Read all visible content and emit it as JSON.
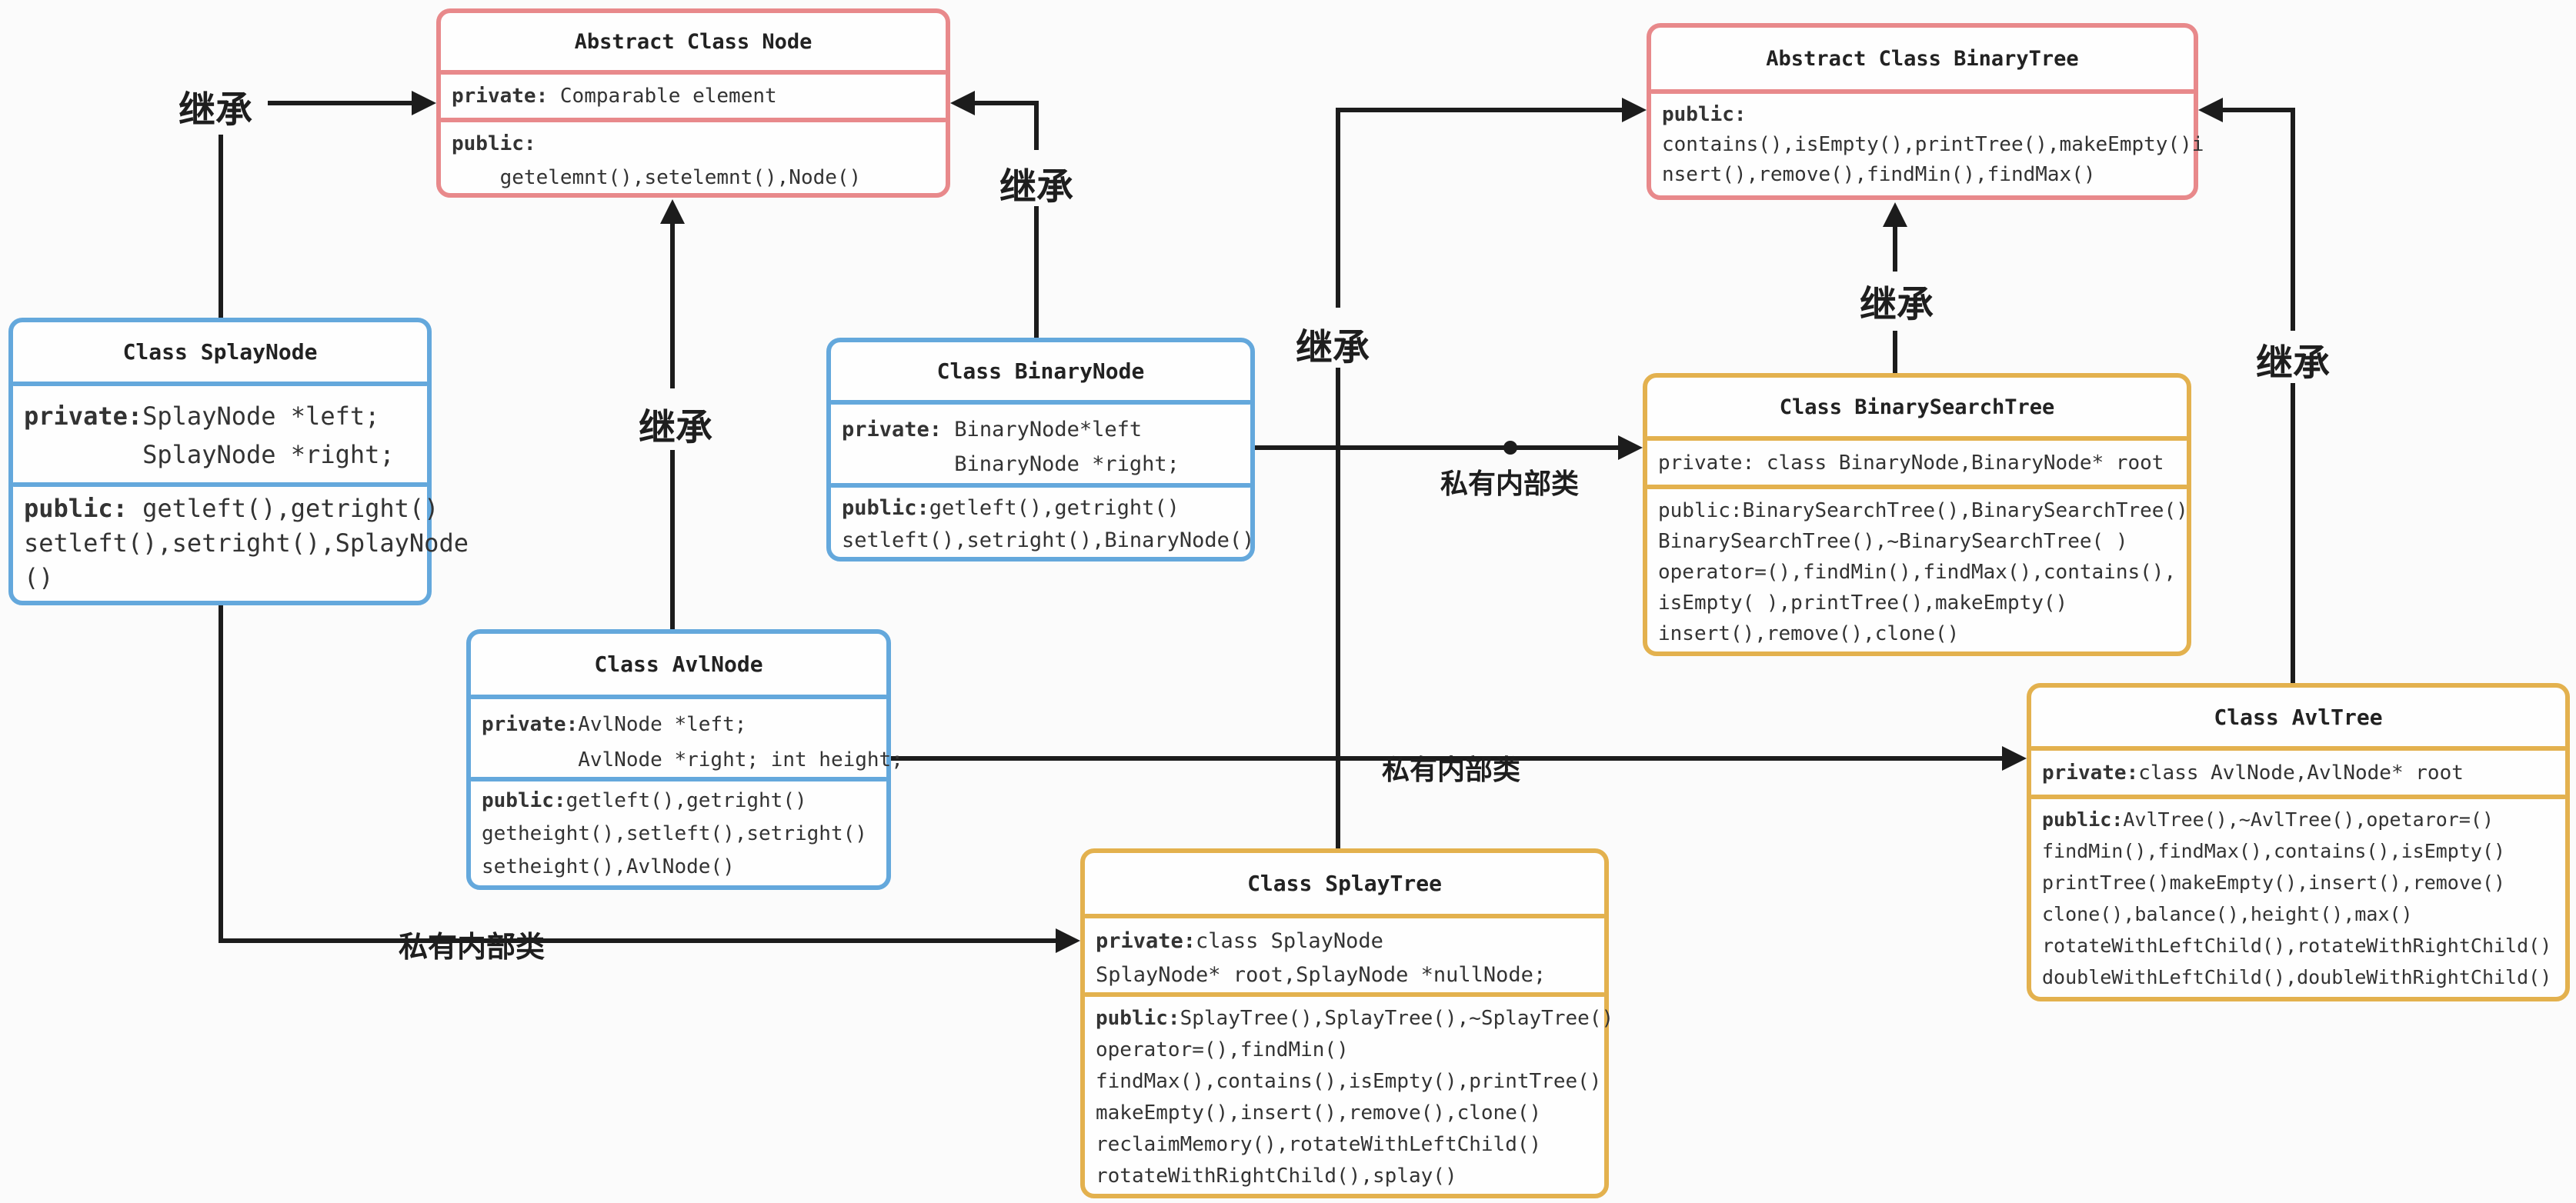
{
  "colors": {
    "node_border_red": "#e8898b",
    "node_border_blue": "#64a8dc",
    "tree_border_orange": "#e3b14e",
    "connector_black": "#1c1c1c"
  },
  "boxes": {
    "node": {
      "title": "Abstract Class Node",
      "private": [
        {
          "kw": "private:",
          "text": " Comparable element"
        }
      ],
      "public": [
        {
          "kw": "public:",
          "text": ""
        },
        {
          "kw": "",
          "text": "    getelemnt(),setelemnt(),Node()"
        }
      ]
    },
    "binarytree": {
      "title": "Abstract Class BinaryTree",
      "public": [
        {
          "kw": "public:",
          "text": ""
        },
        {
          "kw": "",
          "text": "contains(),isEmpty(),printTree(),makeEmpty()i"
        },
        {
          "kw": "",
          "text": "nsert(),remove(),findMin(),findMax()"
        }
      ]
    },
    "splaynode": {
      "title": "Class SplayNode",
      "private": [
        {
          "kw": "private:",
          "text": "SplayNode *left;"
        },
        {
          "kw": "",
          "text": "        SplayNode *right;"
        }
      ],
      "public": [
        {
          "kw": "public:",
          "text": " getleft(),getright()"
        },
        {
          "kw": "",
          "text": "setleft(),setright(),SplayNode"
        },
        {
          "kw": "",
          "text": "()"
        }
      ]
    },
    "binarynode": {
      "title": "Class BinaryNode",
      "private": [
        {
          "kw": "private:",
          "text": " BinaryNode*left"
        },
        {
          "kw": "",
          "text": "         BinaryNode *right;"
        }
      ],
      "public": [
        {
          "kw": "public:",
          "text": "getleft(),getright()"
        },
        {
          "kw": "",
          "text": "setleft(),setright(),BinaryNode()"
        }
      ]
    },
    "avlnode": {
      "title": "Class AvlNode",
      "private": [
        {
          "kw": "private:",
          "text": "AvlNode *left;"
        },
        {
          "kw": "",
          "text": "        AvlNode *right; int height;"
        }
      ],
      "public": [
        {
          "kw": "public:",
          "text": "getleft(),getright()"
        },
        {
          "kw": "",
          "text": "getheight(),setleft(),setright()"
        },
        {
          "kw": "",
          "text": "setheight(),AvlNode()"
        }
      ]
    },
    "bst": {
      "title": "Class BinarySearchTree",
      "private": [
        {
          "kw": "",
          "text": "private: class BinaryNode,BinaryNode* root"
        }
      ],
      "public": [
        {
          "kw": "",
          "text": "public:BinarySearchTree(),BinarySearchTree()"
        },
        {
          "kw": "",
          "text": "BinarySearchTree(),~BinarySearchTree( )"
        },
        {
          "kw": "",
          "text": "operator=(),findMin(),findMax(),contains(),"
        },
        {
          "kw": "",
          "text": "isEmpty( ),printTree(),makeEmpty()"
        },
        {
          "kw": "",
          "text": "insert(),remove(),clone()"
        }
      ]
    },
    "avltree": {
      "title": "Class AvlTree",
      "private": [
        {
          "kw": "private:",
          "text": "class AvlNode,AvlNode* root"
        }
      ],
      "public": [
        {
          "kw": "public:",
          "text": "AvlTree(),~AvlTree(),opetaror=()"
        },
        {
          "kw": "",
          "text": "findMin(),findMax(),contains(),isEmpty()"
        },
        {
          "kw": "",
          "text": "printTree()makeEmpty(),insert(),remove()"
        },
        {
          "kw": "",
          "text": "clone(),balance(),height(),max()"
        },
        {
          "kw": "",
          "text": "rotateWithLeftChild(),rotateWithRightChild()"
        },
        {
          "kw": "",
          "text": "doubleWithLeftChild(),doubleWithRightChild()"
        }
      ]
    },
    "splaytree": {
      "title": "Class SplayTree",
      "private": [
        {
          "kw": "private:",
          "text": "class SplayNode"
        },
        {
          "kw": "",
          "text": "SplayNode* root,SplayNode *nullNode;"
        }
      ],
      "public": [
        {
          "kw": "public:",
          "text": "SplayTree(),SplayTree(),~SplayTree()"
        },
        {
          "kw": "",
          "text": "operator=(),findMin()"
        },
        {
          "kw": "",
          "text": "findMax(),contains(),isEmpty(),printTree()"
        },
        {
          "kw": "",
          "text": "makeEmpty(),insert(),remove(),clone()"
        },
        {
          "kw": "",
          "text": "reclaimMemory(),rotateWithLeftChild()"
        },
        {
          "kw": "",
          "text": "rotateWithRightChild(),splay()"
        }
      ]
    }
  },
  "edges": {
    "splaynode_to_node": {
      "label": "继承"
    },
    "avlnode_to_node": {
      "label": "继承"
    },
    "binarynode_to_node": {
      "label": "继承"
    },
    "splaytree_to_binarytree": {
      "label": "继承"
    },
    "bst_to_binarytree": {
      "label": "继承"
    },
    "avltree_to_binarytree": {
      "label": "继承"
    },
    "binarynode_to_bst": {
      "label": "私有内部类"
    },
    "avlnode_to_avltree": {
      "label": "私有内部类"
    },
    "splaynode_to_splaytree": {
      "label": "私有内部类"
    }
  }
}
